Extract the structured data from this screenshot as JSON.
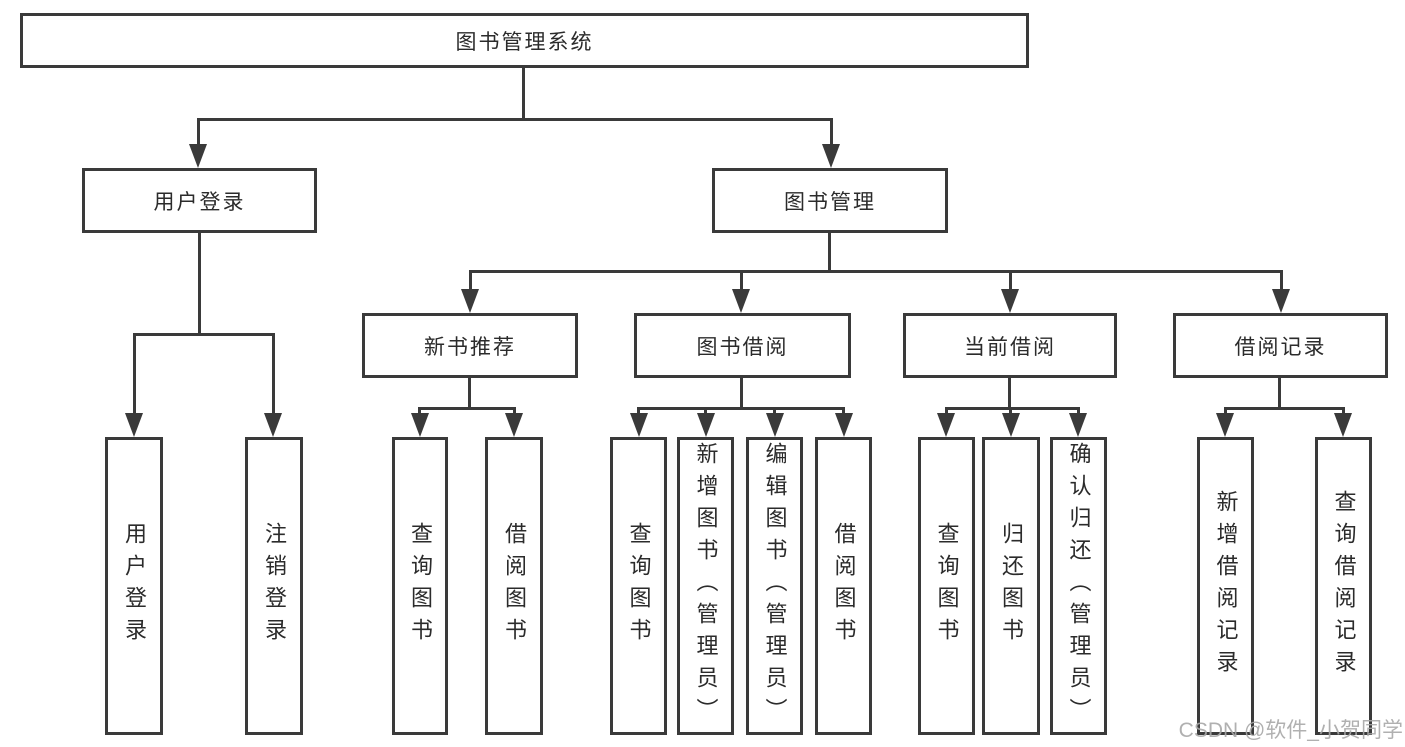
{
  "colors": {
    "line": "#3a3a3a",
    "text": "#2b2b2b",
    "watermark_gray": "#a8a8a8",
    "background": "#ffffff"
  },
  "diagram": {
    "root": "图书管理系统",
    "level2": {
      "user_login": "用户登录",
      "book_mgmt": "图书管理"
    },
    "level3": {
      "new_book_rec": "新书推荐",
      "book_borrow": "图书借阅",
      "current_borrow": "当前借阅",
      "borrow_records": "借阅记录"
    },
    "leaves": {
      "user_login_leaf": "用户登录",
      "logout": "注销登录",
      "rec_query_book": "查询图书",
      "rec_borrow_book": "借阅图书",
      "bb_query_book": "查询图书",
      "bb_add_book": "新增图书（管理员）",
      "bb_edit_book": "编辑图书（管理员）",
      "bb_borrow_book": "借阅图书",
      "cb_query_book": "查询图书",
      "cb_return_book": "归还图书",
      "cb_confirm_return": "确认归还（管理员）",
      "br_add_record": "新增借阅记录",
      "br_query_record": "查询借阅记录"
    }
  },
  "watermark": "CSDN @软件_小贺同学"
}
